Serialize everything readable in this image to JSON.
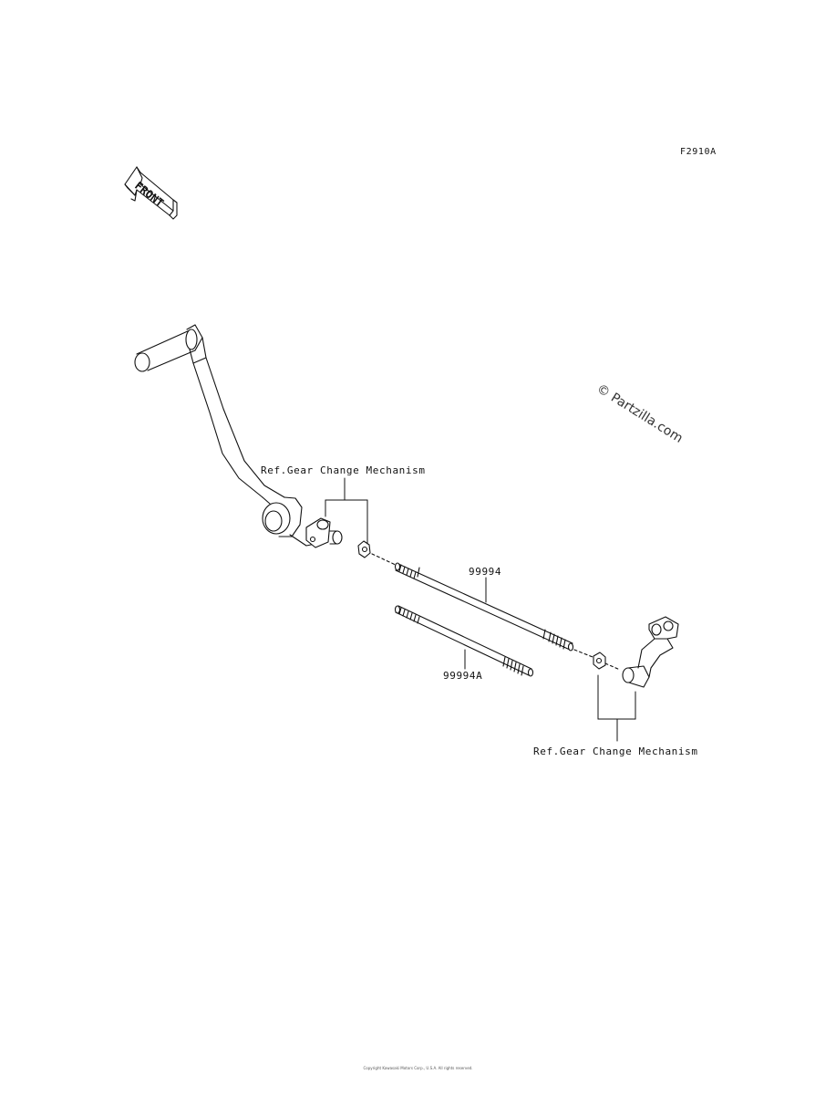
{
  "figure_code": "F2910A",
  "front_label": "FRONT",
  "callouts": {
    "ref_top": "Ref.Gear Change Mechanism",
    "part_main": "99994",
    "part_alt": "99994A",
    "ref_bottom": "Ref.Gear Change Mechanism"
  },
  "watermark": "© Partzilla.com",
  "copyright": "Copyright Kawasaki Motors Corp., U.S.A. All rights reserved."
}
